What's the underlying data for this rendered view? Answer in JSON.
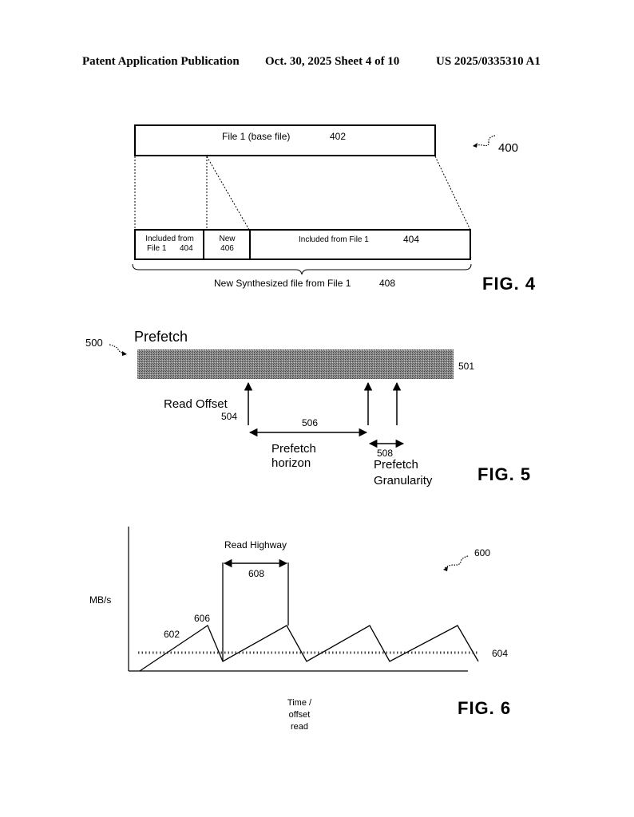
{
  "header": {
    "publication": "Patent Application Publication",
    "date_sheet": "Oct. 30, 2025  Sheet 4 of 10",
    "number": "US 2025/0335310 A1"
  },
  "fig4": {
    "ref_main": "400",
    "base_file_label": "File 1 (base file)",
    "base_file_ref": "402",
    "seg1_line1": "Included from",
    "seg1_line2": "File 1",
    "seg1_ref": "404",
    "seg2_line1": "New",
    "seg2_ref": "406",
    "seg3_label": "Included from File 1",
    "seg3_ref": "404",
    "synth_label": "New Synthesized file from File 1",
    "synth_ref": "408",
    "caption": "FIG. 4"
  },
  "fig5": {
    "title": "Prefetch",
    "ref_main": "500",
    "bar_ref": "501",
    "read_offset_label": "Read Offset",
    "read_offset_ref": "504",
    "horizon_ref": "506",
    "horizon_label_1": "Prefetch",
    "horizon_label_2": "horizon",
    "granularity_ref": "508",
    "granularity_label_1": "Prefetch",
    "granularity_label_2": "Granularity",
    "caption": "FIG. 5"
  },
  "fig6": {
    "ref_main": "600",
    "read_highway_label": "Read Highway",
    "read_highway_ref": "608",
    "y_label": "MB/s",
    "ramp_ref": "602",
    "peak_ref": "606",
    "threshold_ref": "604",
    "x_label_1": "Time /",
    "x_label_2": "offset",
    "x_label_3": "read",
    "caption": "FIG. 6"
  }
}
